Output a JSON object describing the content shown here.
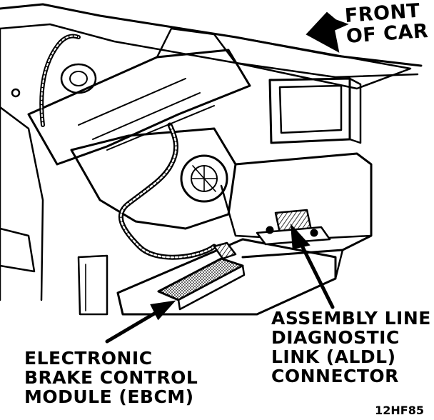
{
  "labels": {
    "front_of_car": [
      "FRONT",
      "OF CAR"
    ],
    "aldl_connector": [
      "ASSEMBLY LINE",
      "DIAGNOSTIC",
      "LINK (ALDL)",
      "CONNECTOR"
    ],
    "ebcm": [
      "ELECTRONIC",
      "BRAKE CONTROL",
      "MODULE (EBCM)"
    ]
  },
  "figure_code": "12HF85",
  "colors": {
    "ink": "#000000",
    "paper": "#ffffff",
    "shade": "#7a7a7a"
  }
}
